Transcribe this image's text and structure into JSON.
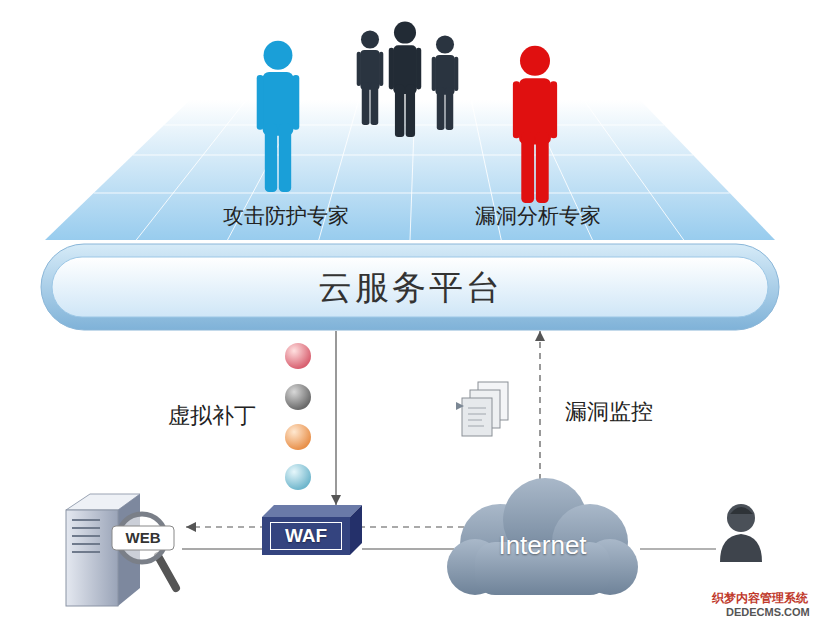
{
  "diagram": {
    "nodes": [
      {
        "text": [
          "攻击防护专家",
          "漏洞分析专家"
        ]
      },
      {
        "text": [
          "云服务平台"
        ]
      },
      {
        "text": [
          "WEB"
        ]
      },
      {
        "text": [
          "WAF"
        ]
      },
      {
        "text": [
          "Internet"
        ]
      }
    ],
    "edges": [
      {
        "from": 1,
        "to": 3,
        "arrow": "to",
        "label": "虚拟补丁"
      },
      {
        "from": 4,
        "to": 1,
        "arrow": "to",
        "label": "漏洞监控"
      },
      {
        "from": 3,
        "to": 2,
        "arrow": "none"
      },
      {
        "from": 4,
        "to": 3,
        "arrow": "none"
      },
      {
        "from": 4,
        "to": 2,
        "arrow": "to"
      }
    ],
    "labels": [
      "织梦内容管理系统",
      "DEDECMS.COM"
    ]
  }
}
